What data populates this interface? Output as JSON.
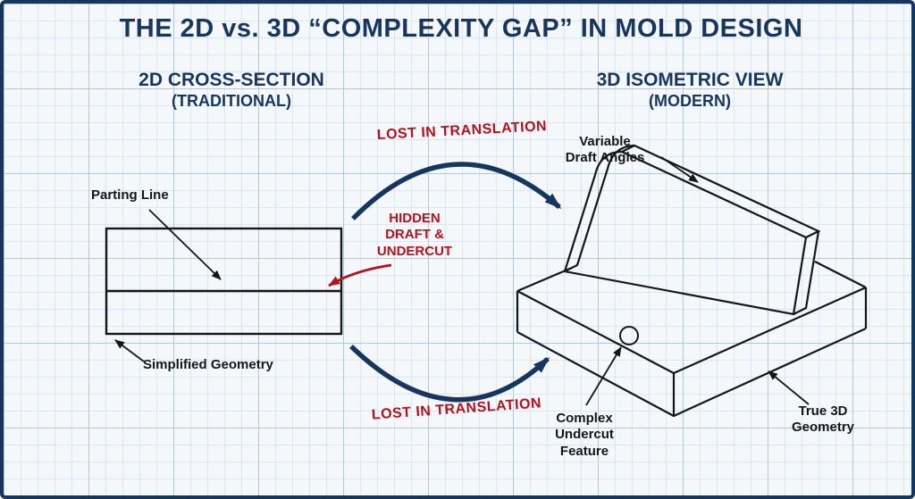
{
  "title": "THE 2D vs. 3D “COMPLEXITY GAP” IN MOLD DESIGN",
  "left_panel": {
    "heading": "2D CROSS-SECTION",
    "subheading": "(TRADITIONAL)",
    "parting_line_label": "Parting Line",
    "simplified_geometry_label": "Simplified Geometry"
  },
  "right_panel": {
    "heading": "3D ISOMETRIC VIEW",
    "subheading": "(MODERN)",
    "variable_draft_label": "Variable Draft Angles",
    "complex_undercut_label": "Complex Undercut Feature",
    "true_3d_label": "True 3D Geometry"
  },
  "center": {
    "lost_top": "LOST IN TRANSLATION",
    "lost_bottom": "LOST IN TRANSLATION",
    "hidden_label": "HIDDEN DRAFT & UNDERCUT"
  },
  "colors": {
    "navy": "#17365f",
    "red": "#b5121e",
    "ink": "#14161a",
    "grid_minor": "#dbe6f0",
    "grid_major": "#b3c9db",
    "background": "#f5f8fb"
  }
}
